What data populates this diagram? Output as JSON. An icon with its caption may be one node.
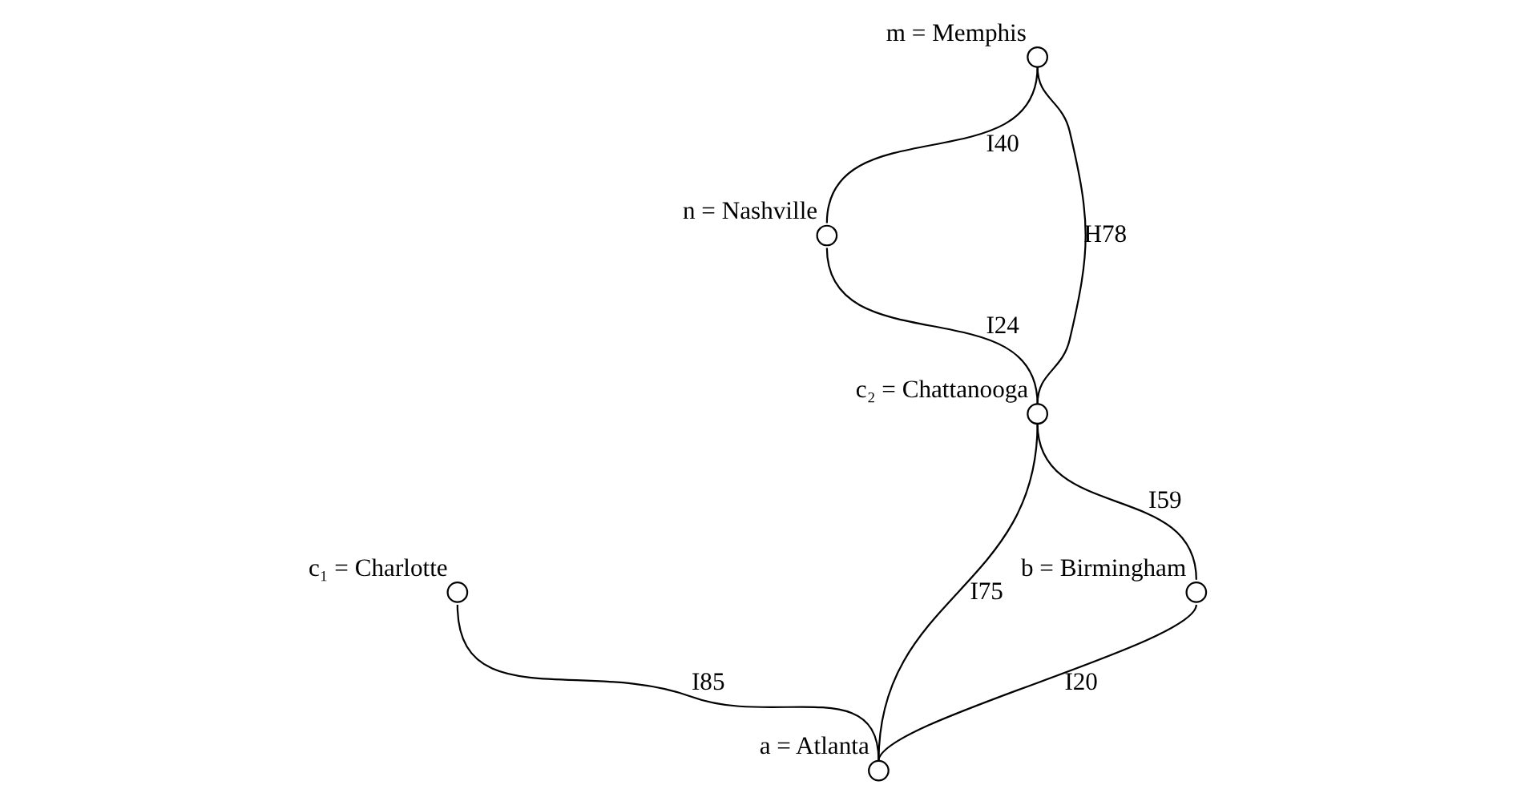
{
  "diagram": {
    "nodes": [
      {
        "text": [],
        "shape": "circle",
        "beside": [
          "n = Nashville"
        ]
      },
      {
        "text": [],
        "shape": "circle",
        "beside": [
          "m = Memphis"
        ]
      },
      {
        "text": [],
        "shape": "circle",
        "beside": [
          "c₁ = Charlotte"
        ]
      },
      {
        "text": [],
        "shape": "circle",
        "beside": [
          "c₂ = Chattanooga"
        ]
      },
      {
        "text": [],
        "shape": "circle",
        "beside": [
          "a = Atlanta"
        ]
      },
      {
        "text": [],
        "shape": "circle",
        "beside": [
          "b = Birmingham"
        ]
      }
    ],
    "edges": [
      {
        "from": 1,
        "to": 0,
        "arrow": "none",
        "label": "I40"
      },
      {
        "from": 1,
        "to": 3,
        "arrow": "none",
        "label": "H78"
      },
      {
        "from": 0,
        "to": 3,
        "arrow": "none",
        "label": "I24"
      },
      {
        "from": 2,
        "to": 4,
        "arrow": "none",
        "label": "I85"
      },
      {
        "from": 3,
        "to": 4,
        "arrow": "none",
        "label": "I75"
      },
      {
        "from": 3,
        "to": 5,
        "arrow": "none",
        "label": "I59"
      },
      {
        "from": 5,
        "to": 4,
        "arrow": "none",
        "label": "I20"
      }
    ]
  }
}
